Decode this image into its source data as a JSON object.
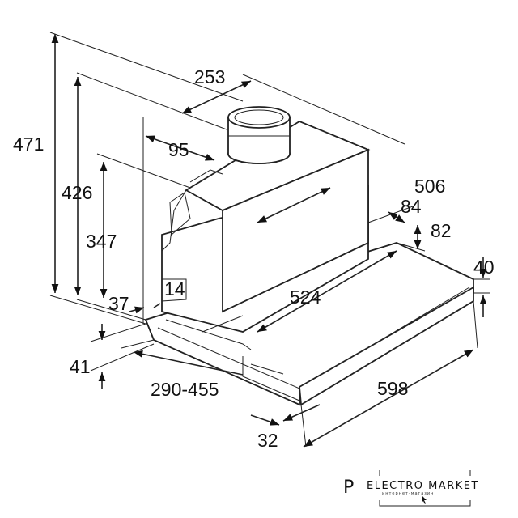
{
  "dimensions": {
    "d471": "471",
    "d426": "426",
    "d347": "347",
    "d253": "253",
    "d95": "95",
    "d506": "506",
    "d84": "84",
    "d82": "82",
    "d40": "40",
    "d14": "14",
    "d37": "37",
    "d524": "524",
    "d41": "41",
    "d290_455": "290-455",
    "d598": "598",
    "d32": "32"
  },
  "logo": {
    "letter": "P",
    "name": "ELECTRO MARKET",
    "tagline": "интернет-магазин"
  }
}
